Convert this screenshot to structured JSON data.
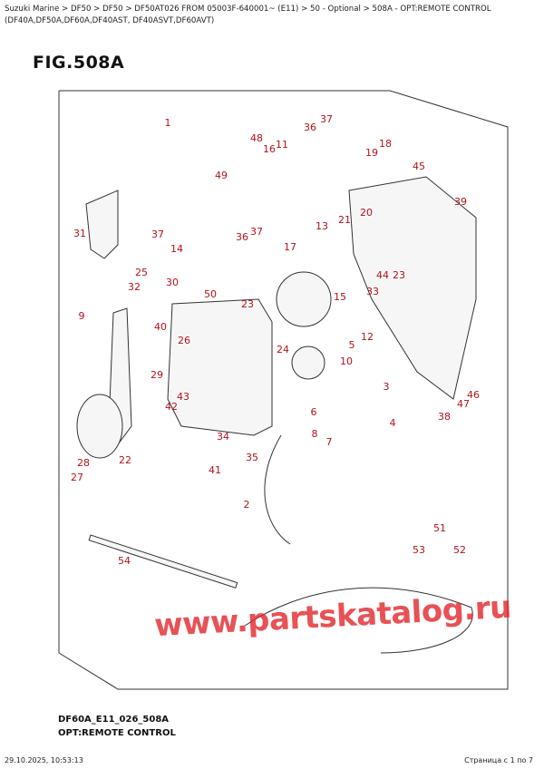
{
  "breadcrumb": "Suzuki Marine > DF50 > DF50 > DF50AT026 FROM 05003F-640001~ (E11) > 50 - Optional > 508A - OPT:REMOTE CONTROL (DF40A,DF50A,DF60A,DF40AST, DF40ASVT,DF60AVT)",
  "figure_title": "FIG.508A",
  "diagram_code": "DF60A_E11_026_508A",
  "caption": "OPT:REMOTE CONTROL",
  "watermark": "www.partskatalog.ru",
  "footer": {
    "date": "29.10.2025, 10:53:13",
    "page": "Страница с 1 по 7"
  },
  "callout_color": "#b3121b",
  "callouts": [
    "1",
    "36",
    "37",
    "48",
    "16",
    "11",
    "18",
    "19",
    "45",
    "49",
    "39",
    "31",
    "20",
    "21",
    "13",
    "37",
    "36",
    "37",
    "17",
    "14",
    "44",
    "23",
    "25",
    "30",
    "32",
    "50",
    "15",
    "33",
    "23",
    "9",
    "40",
    "26",
    "24",
    "5",
    "12",
    "10",
    "29",
    "3",
    "43",
    "42",
    "46",
    "47",
    "38",
    "6",
    "4",
    "8",
    "7",
    "28",
    "22",
    "34",
    "35",
    "41",
    "27",
    "2",
    "51",
    "53",
    "52",
    "54"
  ]
}
